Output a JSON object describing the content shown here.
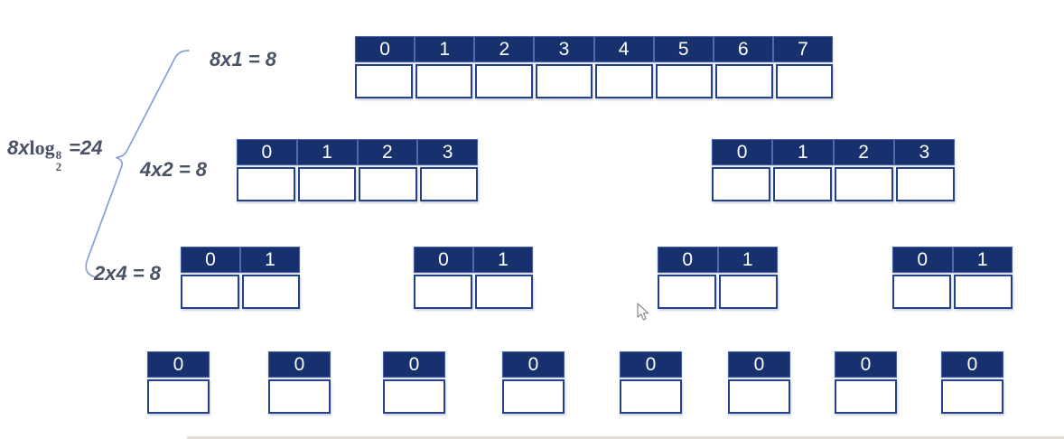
{
  "formula": {
    "prefix": "8x",
    "func": "log",
    "sup": "8",
    "sub": "2",
    "result": "=24"
  },
  "levels": [
    {
      "label": "8x1 = 8",
      "arrays": [
        {
          "headers": [
            "0",
            "1",
            "2",
            "3",
            "4",
            "5",
            "6",
            "7"
          ],
          "values": [
            "",
            "",
            "",
            "",
            "",
            "",
            "",
            ""
          ]
        }
      ]
    },
    {
      "label": "4x2 = 8",
      "arrays": [
        {
          "headers": [
            "0",
            "1",
            "2",
            "3"
          ],
          "values": [
            "",
            "",
            "",
            ""
          ]
        },
        {
          "headers": [
            "0",
            "1",
            "2",
            "3"
          ],
          "values": [
            "",
            "",
            "",
            ""
          ]
        }
      ]
    },
    {
      "label": "2x4 = 8",
      "arrays": [
        {
          "headers": [
            "0",
            "1"
          ],
          "values": [
            "",
            ""
          ]
        },
        {
          "headers": [
            "0",
            "1"
          ],
          "values": [
            "",
            ""
          ]
        },
        {
          "headers": [
            "0",
            "1"
          ],
          "values": [
            "",
            ""
          ]
        },
        {
          "headers": [
            "0",
            "1"
          ],
          "values": [
            "",
            ""
          ]
        }
      ]
    },
    {
      "label": "",
      "arrays": [
        {
          "headers": [
            "0"
          ],
          "values": [
            ""
          ]
        },
        {
          "headers": [
            "0"
          ],
          "values": [
            ""
          ]
        },
        {
          "headers": [
            "0"
          ],
          "values": [
            ""
          ]
        },
        {
          "headers": [
            "0"
          ],
          "values": [
            ""
          ]
        },
        {
          "headers": [
            "0"
          ],
          "values": [
            ""
          ]
        },
        {
          "headers": [
            "0"
          ],
          "values": [
            ""
          ]
        },
        {
          "headers": [
            "0"
          ],
          "values": [
            ""
          ]
        },
        {
          "headers": [
            "0"
          ],
          "values": [
            ""
          ]
        }
      ]
    }
  ],
  "icons": {
    "cursor": "arrow-pointer"
  },
  "colors": {
    "header_bg": "#16316d",
    "header_divider": "#4e6ab1",
    "cell_border": "#24428a",
    "label_text": "#4a5365",
    "brace": "#84a0d6"
  }
}
